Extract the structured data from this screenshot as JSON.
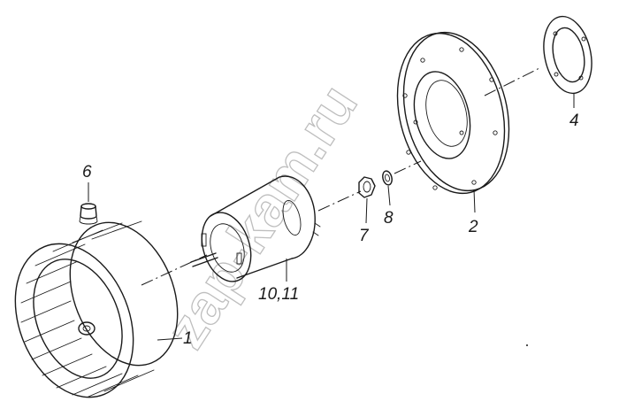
{
  "labels": {
    "fan": "1",
    "flange": "2",
    "gasket": "4",
    "cap": "6",
    "nut": "7",
    "washer": "8",
    "motor": "10,11"
  },
  "watermark": "zap-kam.ru"
}
